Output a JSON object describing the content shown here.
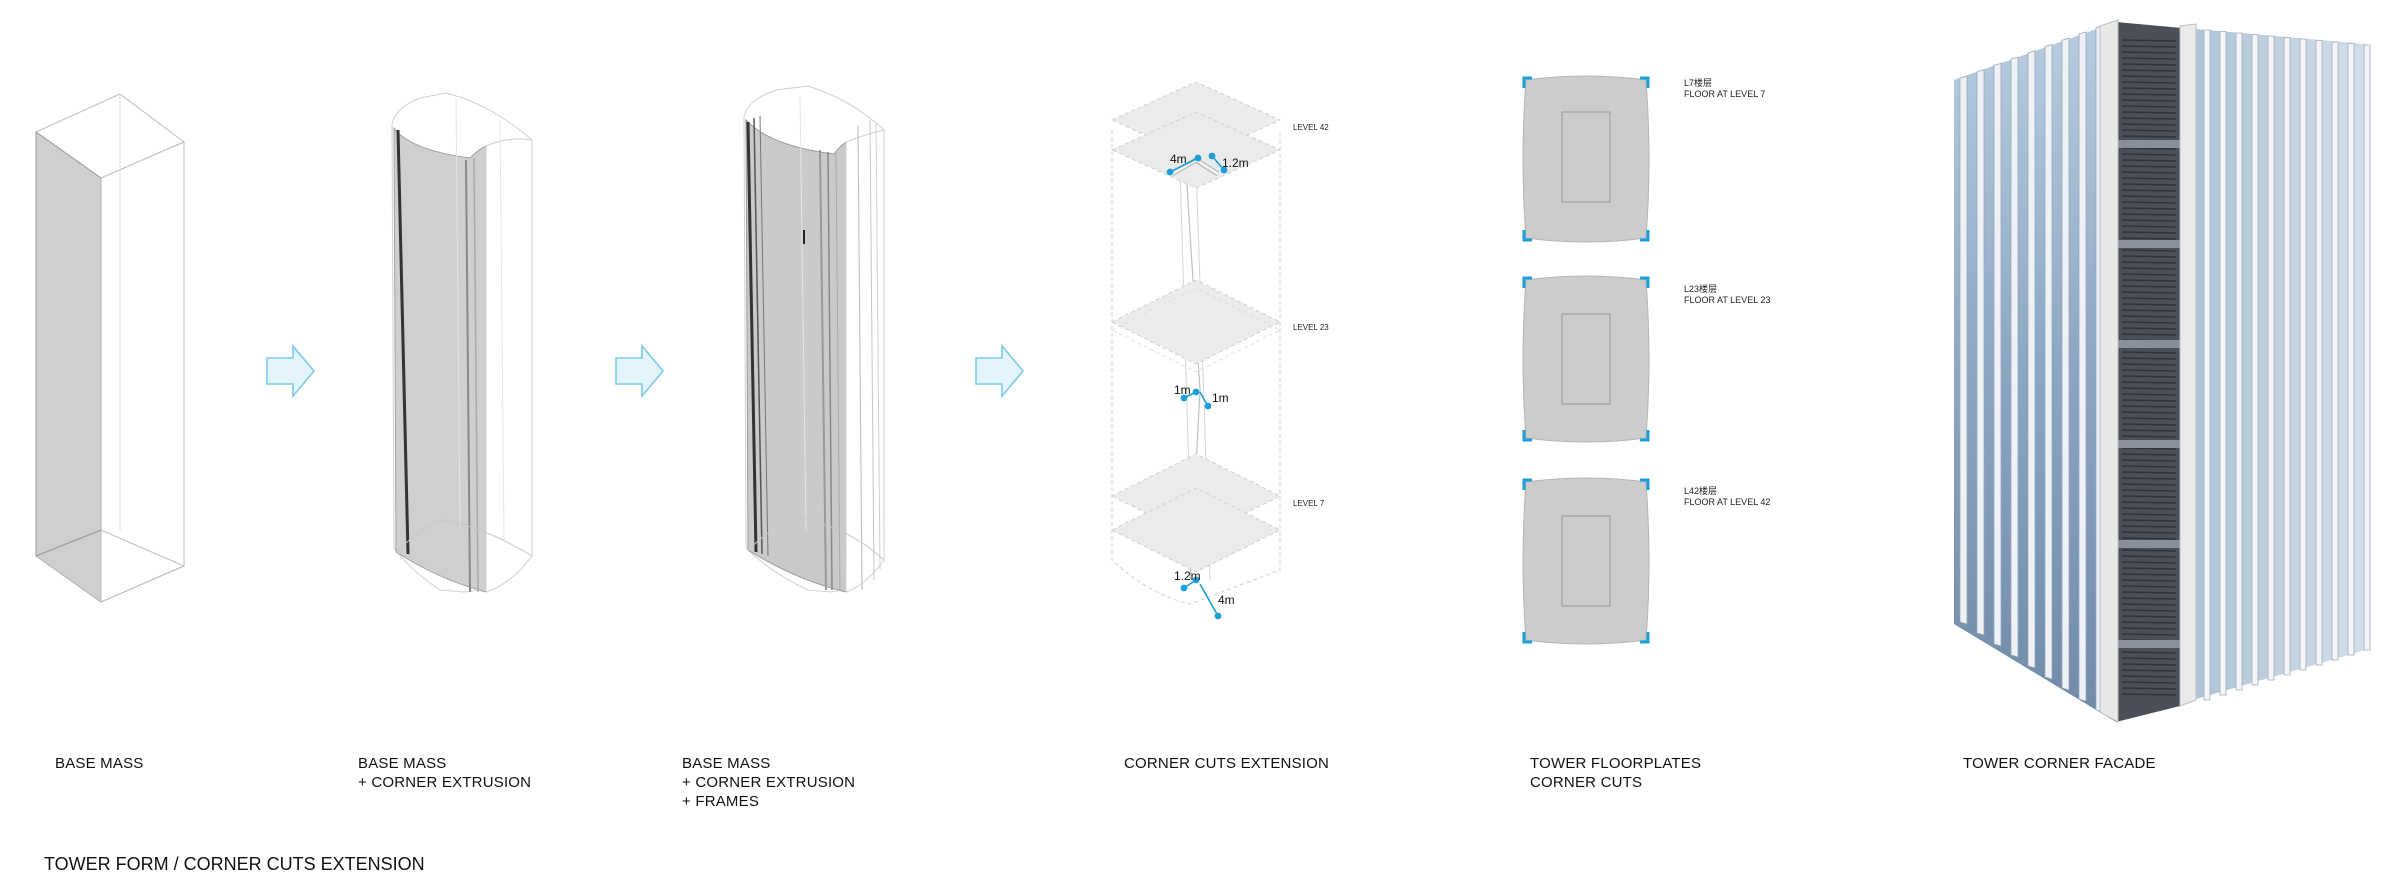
{
  "stages": [
    {
      "caption": [
        "BASE MASS"
      ]
    },
    {
      "caption": [
        "BASE MASS",
        "+ CORNER EXTRUSION"
      ]
    },
    {
      "caption": [
        "BASE MASS",
        "+ CORNER EXTRUSION",
        "+ FRAMES"
      ]
    },
    {
      "caption": [
        "CORNER CUTS EXTENSION"
      ]
    },
    {
      "caption": [
        "TOWER FLOORPLATES",
        "CORNER CUTS"
      ]
    },
    {
      "caption": [
        "TOWER CORNER FACADE"
      ]
    }
  ],
  "title": "TOWER FORM  / CORNER CUTS EXTENSION",
  "levels": [
    {
      "label": "LEVEL 42"
    },
    {
      "label": "LEVEL 23"
    },
    {
      "label": "LEVEL 7"
    }
  ],
  "dimensions": {
    "top_a": "4m",
    "top_b": "1.2m",
    "mid_a": "1m",
    "mid_b": "1m",
    "bot_a": "1.2m",
    "bot_b": "4m"
  },
  "floorplates": [
    {
      "label_cn": "L7楼层",
      "label_en": "FLOOR AT LEVEL 7"
    },
    {
      "label_cn": "L23楼层",
      "label_en": "FLOOR AT LEVEL 23"
    },
    {
      "label_cn": "L42楼层",
      "label_en": "FLOOR AT LEVEL 42"
    }
  ],
  "colors": {
    "accent": "#1a9fd8",
    "arrow_fill": "#e3f4fb",
    "arrow_stroke": "#7fcbe8",
    "mass_fill": "#cfcfcf",
    "plate_fill": "#cccccc",
    "glass": "#8fa8c4"
  },
  "icons": [
    "arrow-right-icon"
  ]
}
